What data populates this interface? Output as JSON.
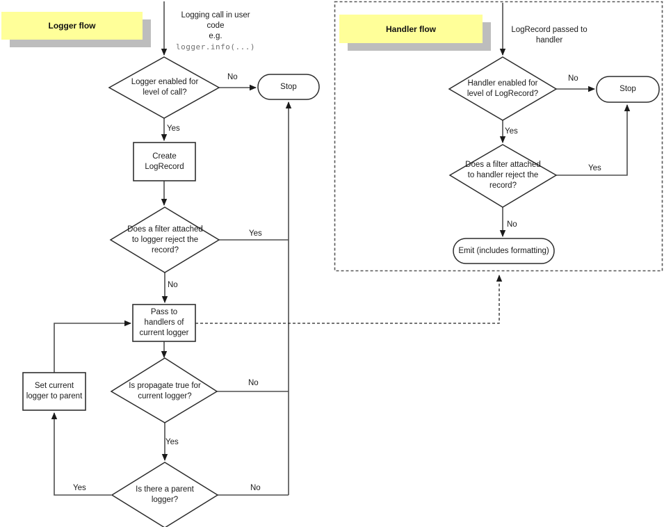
{
  "notes": {
    "logger": "Logger flow",
    "handler": "Handler flow"
  },
  "logger_flow": {
    "start": {
      "text": "Logging call in user\ncode\ne.g.",
      "code": "logger.info(...)"
    },
    "nodes": {
      "enabled": "Logger enabled for\nlevel of call?",
      "stop": "Stop",
      "create": "Create\nLogRecord",
      "filter": "Does a filter attached\nto logger reject the\nrecord?",
      "pass": "Pass to\nhandlers of\ncurrent logger",
      "propagate": "Is propagate true for\ncurrent logger?",
      "set_current": "Set current\nlogger to parent",
      "parent": "Is there a parent\nlogger?"
    },
    "edges": {
      "enabled_no": "No",
      "enabled_yes": "Yes",
      "filter_yes": "Yes",
      "filter_no": "No",
      "propagate_no": "No",
      "propagate_yes": "Yes",
      "parent_yes": "Yes",
      "parent_no": "No"
    }
  },
  "handler_flow": {
    "start": {
      "text": "LogRecord passed to\nhandler"
    },
    "nodes": {
      "enabled": "Handler enabled for\nlevel of LogRecord?",
      "stop": "Stop",
      "filter": "Does a filter attached\nto handler reject the\nrecord?",
      "emit": "Emit (includes formatting)"
    },
    "edges": {
      "enabled_no": "No",
      "enabled_yes": "Yes",
      "filter_yes": "Yes",
      "filter_no": "No"
    }
  },
  "colors": {
    "background": "#ffffff",
    "note_fill": "#ffff99",
    "note_shadow": "#bdbdbd",
    "line": "#4d4d4d",
    "shape_stroke": "#2b2b2b",
    "text": "#1a1a1a",
    "code_text": "#707070"
  }
}
